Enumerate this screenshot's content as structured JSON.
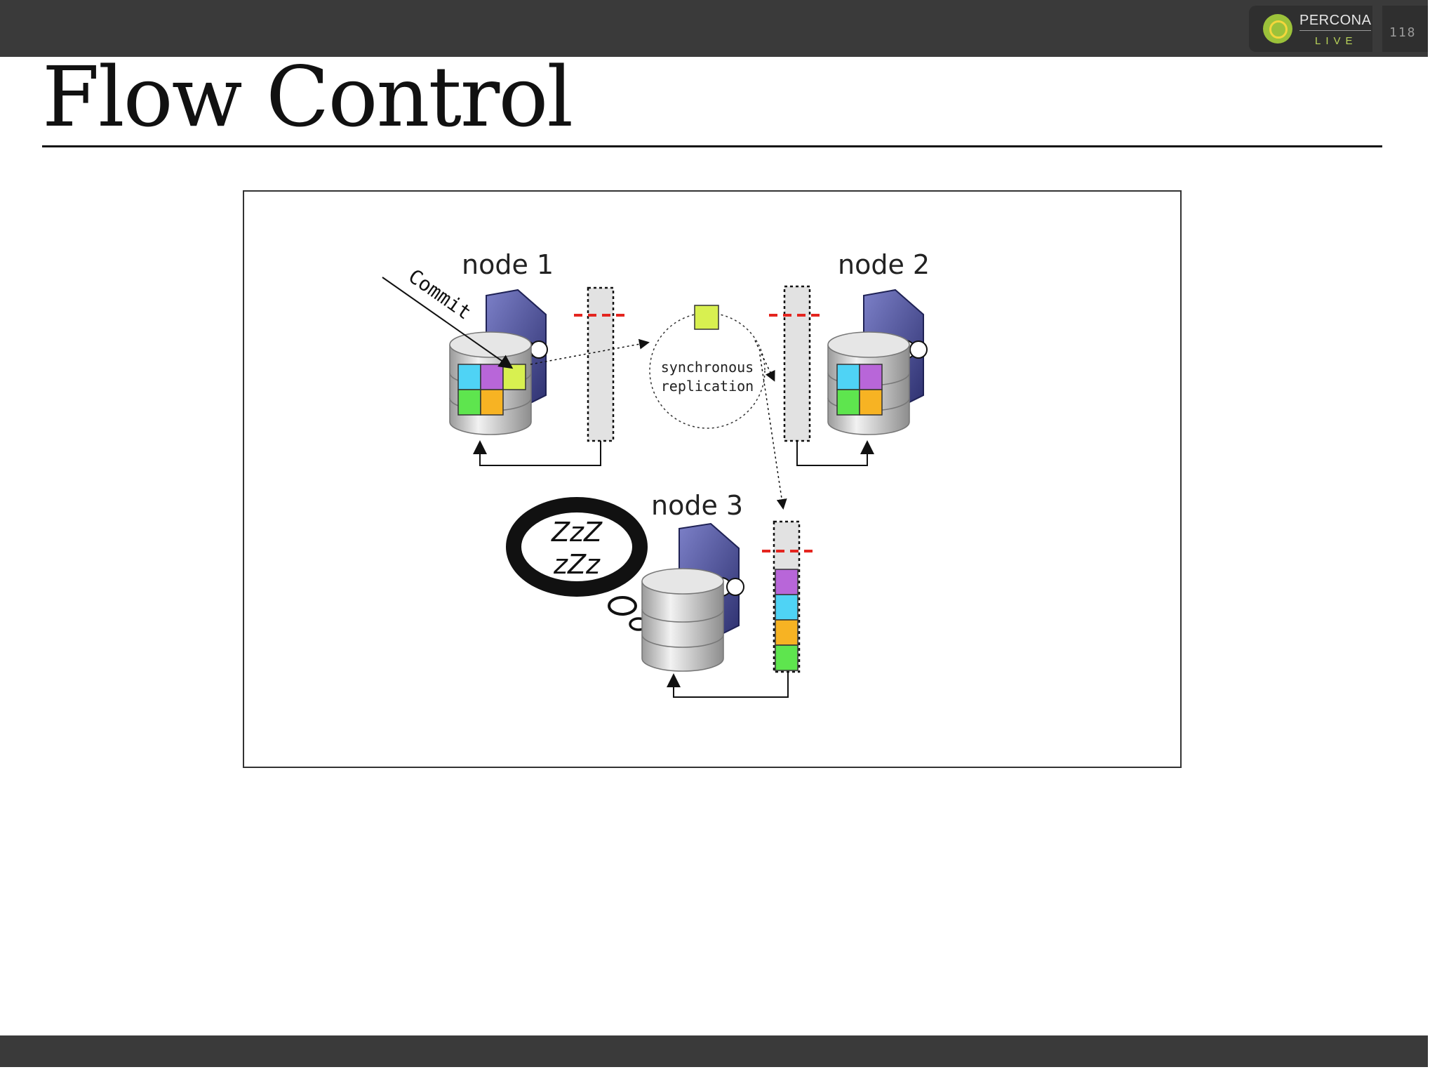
{
  "header": {
    "logo": {
      "line1": "PERCONA",
      "line2": "LIVE"
    },
    "slide_number": "118"
  },
  "slide": {
    "title": "Flow Control"
  },
  "diagram": {
    "node1_label": "node 1",
    "node2_label": "node 2",
    "node3_label": "node 3",
    "commit_label": "Commit",
    "replication_line1": "synchronous",
    "replication_line2": "replication",
    "sleep_line1": "ZzZ",
    "sleep_line2": "zZz",
    "colors": {
      "cyan": "#4fd3f5",
      "purple": "#b866d9",
      "yellow": "#d8f050",
      "green": "#5ee54e",
      "orange": "#f7b323",
      "server": "#4b4f9a",
      "red_dash": "#e4251f"
    }
  }
}
